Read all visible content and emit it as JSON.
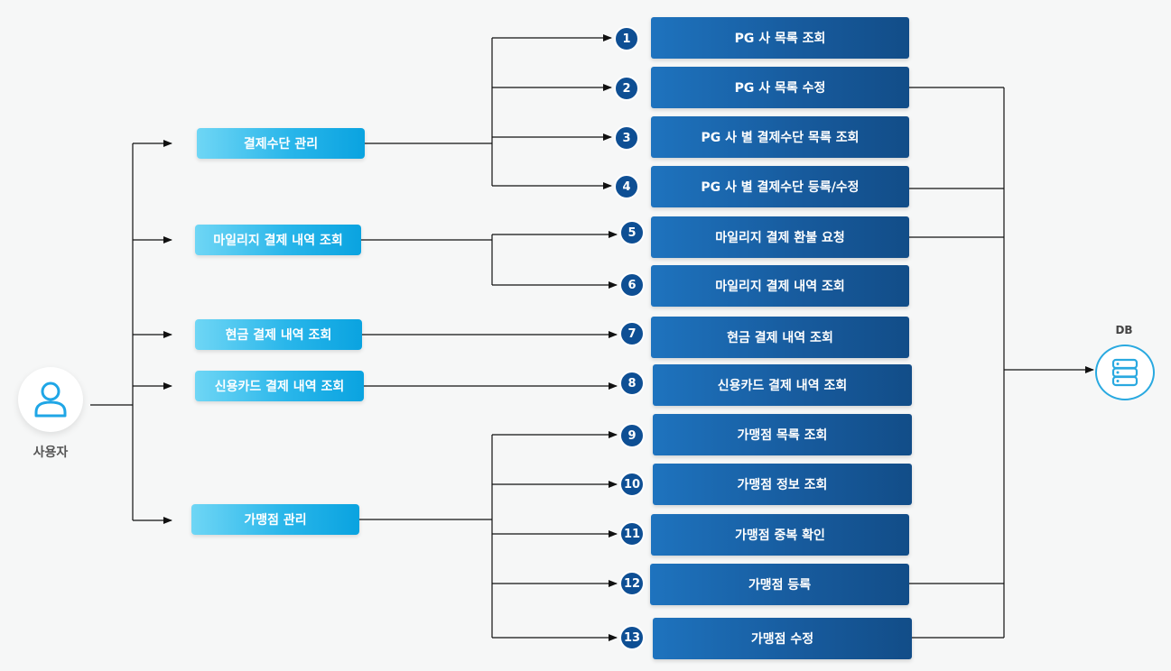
{
  "user": {
    "label": "사용자",
    "icon": "user-icon"
  },
  "categories": [
    {
      "label": "결제수단 관리"
    },
    {
      "label": "마일리지 결제 내역 조회"
    },
    {
      "label": "현금 결제 내역 조회"
    },
    {
      "label": "신용카드 결제 내역 조회"
    },
    {
      "label": "가맹점 관리"
    }
  ],
  "features": [
    {
      "num": "1",
      "label": "PG 사 목록 조회"
    },
    {
      "num": "2",
      "label": "PG 사 목록 수정"
    },
    {
      "num": "3",
      "label": "PG 사 별 결제수단 목록 조회"
    },
    {
      "num": "4",
      "label": "PG 사 별 결제수단 등록/수정"
    },
    {
      "num": "5",
      "label": "마일리지 결제 환불 요청"
    },
    {
      "num": "6",
      "label": "마일리지 결제 내역 조회"
    },
    {
      "num": "7",
      "label": "현금 결제 내역 조회"
    },
    {
      "num": "8",
      "label": "신용카드 결제 내역 조회"
    },
    {
      "num": "9",
      "label": "가맹점 목록 조회"
    },
    {
      "num": "10",
      "label": "가맹점 정보 조회"
    },
    {
      "num": "11",
      "label": "가맹점 중복 확인"
    },
    {
      "num": "12",
      "label": "가맹점 등록"
    },
    {
      "num": "13",
      "label": "가맹점 수정"
    }
  ],
  "db": {
    "label": "DB",
    "icon": "database-icon"
  },
  "colors": {
    "category_gradient_start": "#6fd6f5",
    "category_gradient_end": "#0aa3e0",
    "feature_fill": "#175a9c",
    "badge_fill": "#0e4f94",
    "db_accent": "#29a9e0",
    "line": "#111111"
  }
}
